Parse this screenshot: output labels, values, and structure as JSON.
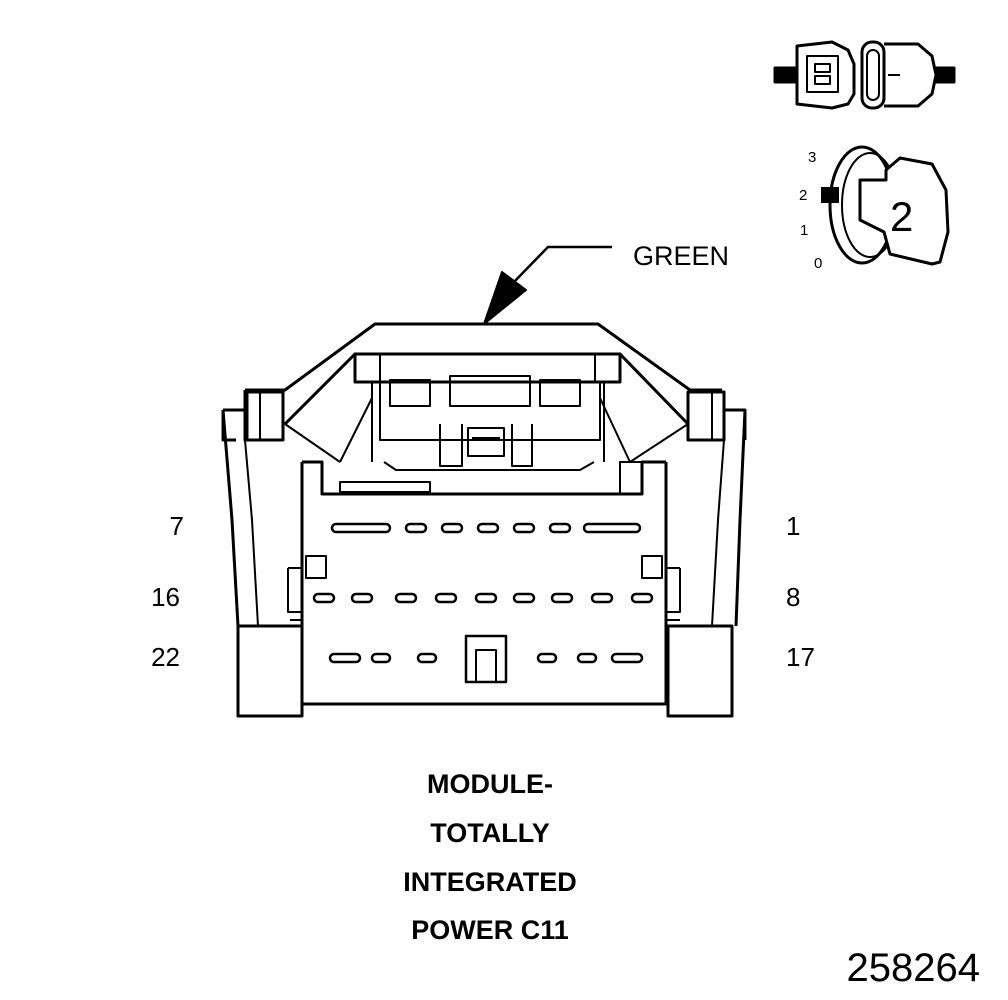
{
  "callout": {
    "color_label": "GREEN"
  },
  "pin_numbers": {
    "row1_left": "7",
    "row1_right": "1",
    "row2_left": "16",
    "row2_right": "8",
    "row3_left": "22",
    "row3_right": "17"
  },
  "title_lines": [
    "MODULE-",
    "TOTALLY",
    "INTEGRATED",
    "POWER C11"
  ],
  "position_indicator": {
    "scale": [
      "3",
      "2",
      "1",
      "0"
    ],
    "selected": "2"
  },
  "diagram_id": "258264"
}
